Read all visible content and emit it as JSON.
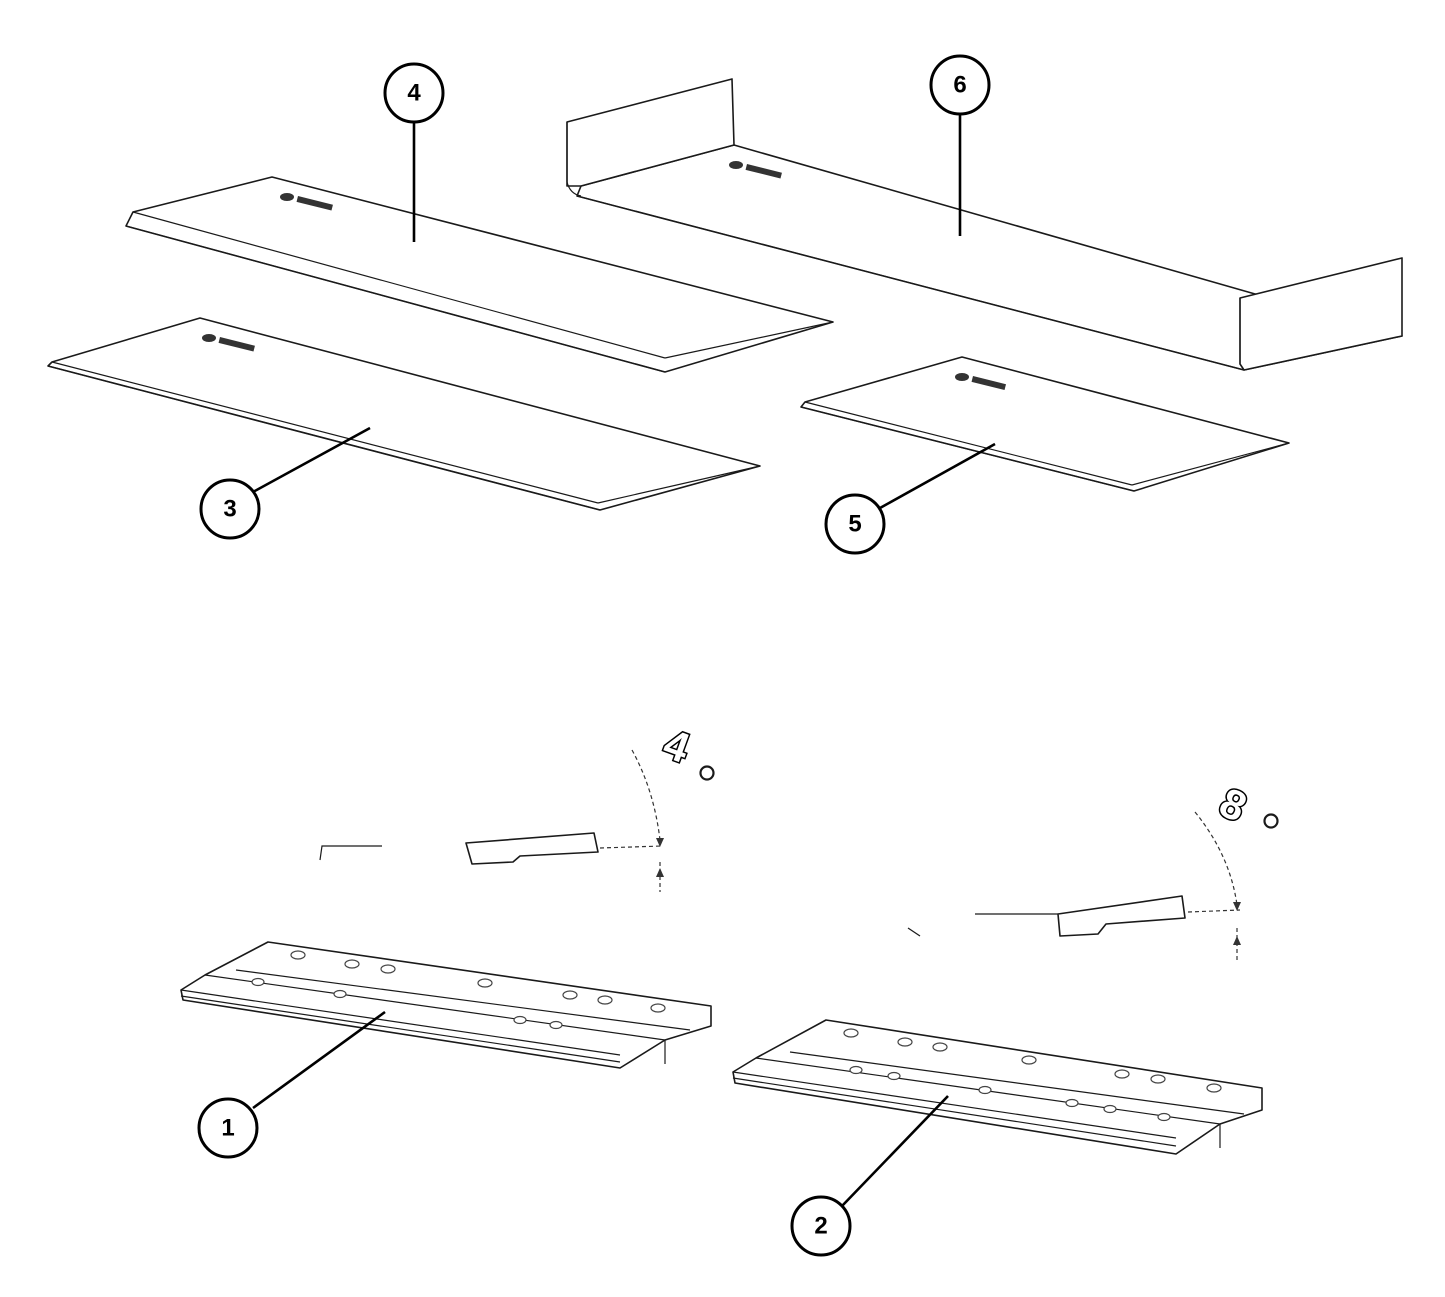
{
  "callouts": [
    {
      "id": "1",
      "label": "1"
    },
    {
      "id": "2",
      "label": "2"
    },
    {
      "id": "3",
      "label": "3"
    },
    {
      "id": "4",
      "label": "4"
    },
    {
      "id": "5",
      "label": "5"
    },
    {
      "id": "6",
      "label": "6"
    }
  ],
  "angles": [
    {
      "id": "angle-a",
      "value": "4",
      "unit": "°"
    },
    {
      "id": "angle-b",
      "value": "8",
      "unit": "°"
    }
  ],
  "colors": {
    "line": "#1a1a1a",
    "background": "#ffffff"
  }
}
